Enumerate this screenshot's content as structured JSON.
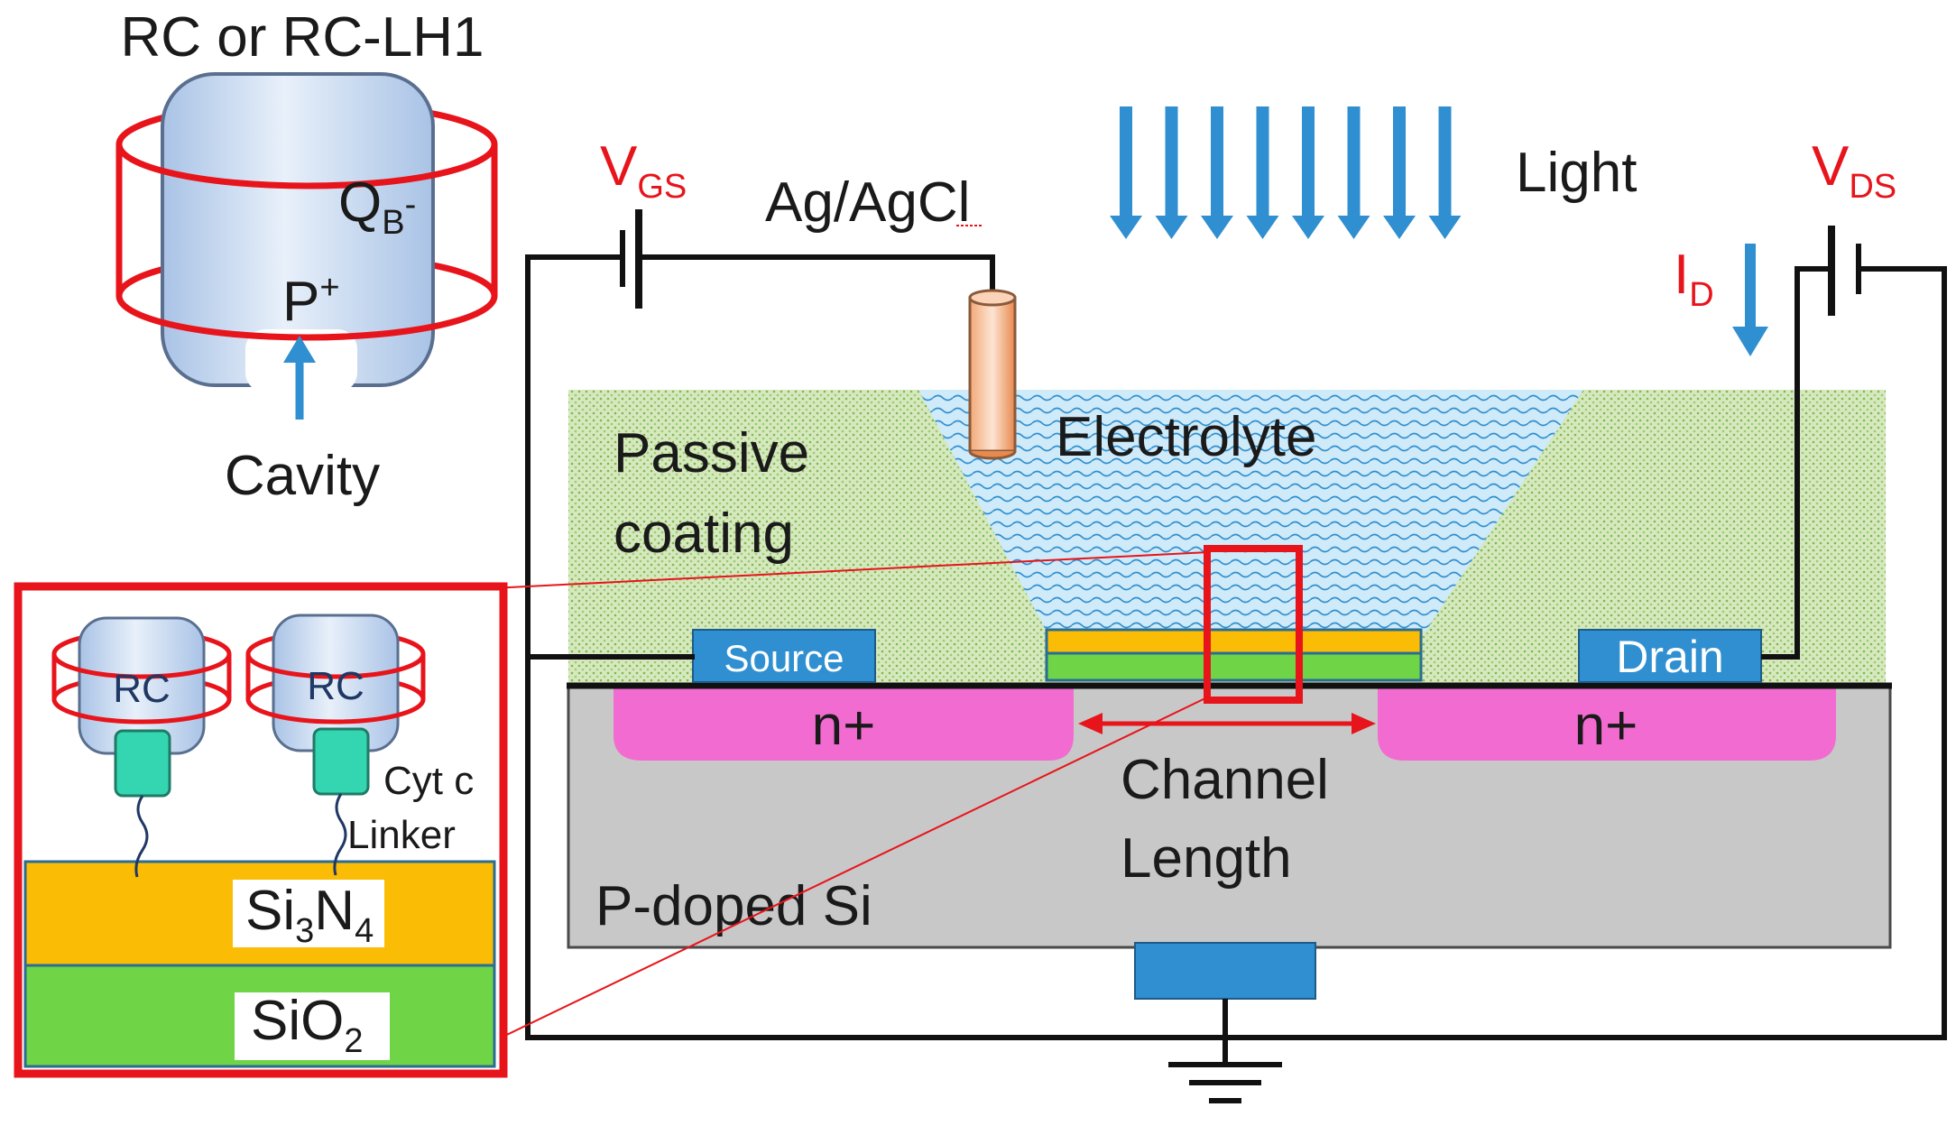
{
  "top_icon": {
    "title": "RC or RC-LH1",
    "qb_main": "Q",
    "qb_sub": "B",
    "qb_sup": "-",
    "p_main": "P",
    "p_sup": "+",
    "cavity": "Cavity"
  },
  "circuit": {
    "vgs_main": "V",
    "vgs_sub": "GS",
    "vds_main": "V",
    "vds_sub": "DS",
    "id_main": "I",
    "id_sub": "D",
    "reference_electrode": "Ag/AgCl",
    "light": "Light"
  },
  "device": {
    "passive_line1": "Passive",
    "passive_line2": "coating",
    "electrolyte": "Electrolyte",
    "source": "Source",
    "drain": "Drain",
    "n_left": "n+",
    "n_right": "n+",
    "channel_line1": "Channel",
    "channel_line2": "Length",
    "substrate": "P-doped Si"
  },
  "inset": {
    "rc1": "RC",
    "rc2": "RC",
    "cytc": "Cyt c",
    "linker": "Linker",
    "si3n4": [
      "Si",
      "3",
      "N",
      "4"
    ],
    "sio2": [
      "SiO",
      "2"
    ]
  },
  "colors": {
    "red": "#e8141b",
    "blue": "#2f8fd0",
    "passive": "#c9dfae",
    "electrolyte": "#bfe3f5",
    "nplus": "#f26bd0",
    "substrate": "#c8c8c8",
    "nitride": "#fbbc05",
    "oxide": "#6fd446",
    "cytc": "#33d6b0"
  }
}
